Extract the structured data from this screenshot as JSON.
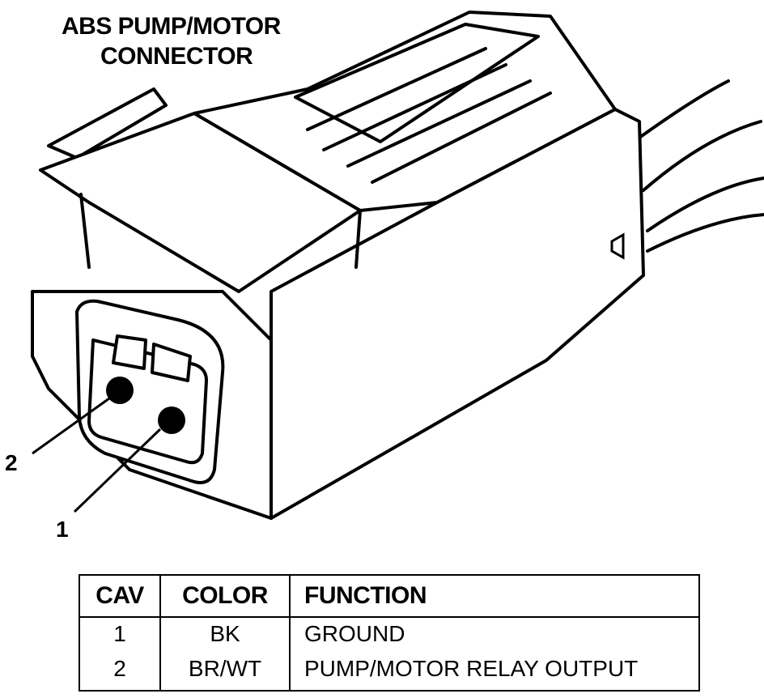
{
  "title": {
    "line1": "ABS PUMP/MOTOR",
    "line2": "CONNECTOR"
  },
  "callouts": {
    "cavity_2": "2",
    "cavity_1": "1"
  },
  "table": {
    "headers": [
      "CAV",
      "COLOR",
      "FUNCTION"
    ],
    "rows": [
      [
        "1",
        "BK",
        "GROUND"
      ],
      [
        "2",
        "BR/WT",
        "PUMP/MOTOR RELAY OUTPUT"
      ]
    ]
  },
  "colors": {
    "ink": "#000000",
    "paper": "#ffffff"
  }
}
